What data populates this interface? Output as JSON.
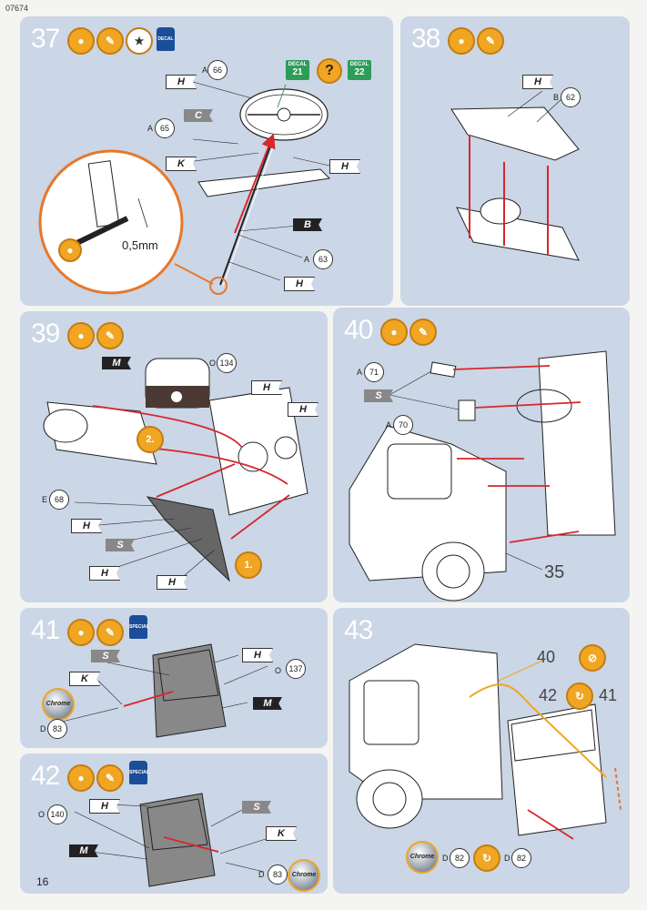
{
  "header": {
    "doc_code": "07674"
  },
  "footer": {
    "page_number": "16"
  },
  "steps": {
    "s37": {
      "number": "37",
      "parts": {
        "p66": "66",
        "p65": "65",
        "p63": "63"
      },
      "sub_a": "A",
      "decals": [
        "21",
        "22"
      ],
      "question": "?",
      "flags": {
        "h1": "H",
        "c": "C",
        "k": "K",
        "h2": "H",
        "b": "B",
        "h3": "H"
      },
      "measurement": "0,5mm",
      "glue_label": "DECAL"
    },
    "s38": {
      "number": "38",
      "parts": {
        "p62": "62"
      },
      "sub_b": "B",
      "flags": {
        "h": "H"
      }
    },
    "s39": {
      "number": "39",
      "parts": {
        "p134": "134",
        "p68": "68"
      },
      "sub_o": "O",
      "sub_e": "E",
      "flags": {
        "m": "M",
        "h1": "H",
        "h2": "H",
        "h3": "H",
        "s": "S",
        "h4": "H",
        "h5": "H"
      },
      "order": {
        "first": "1.",
        "second": "2."
      }
    },
    "s40": {
      "number": "40",
      "parts": {
        "p71": "71",
        "p70": "70"
      },
      "sub_a": "A",
      "flags": {
        "s": "S"
      },
      "ref": "35"
    },
    "s41": {
      "number": "41",
      "parts": {
        "p137": "137",
        "p83": "83"
      },
      "sub_o": "O",
      "sub_d": "D",
      "flags": {
        "s": "S",
        "h": "H",
        "k": "K",
        "m": "M"
      },
      "chrome": "Chrome",
      "special": "SPECIAL"
    },
    "s42": {
      "number": "42",
      "parts": {
        "p140": "140",
        "p83": "83"
      },
      "sub_o": "O",
      "sub_d": "D",
      "flags": {
        "h": "H",
        "s": "S",
        "k": "K",
        "m": "M"
      },
      "chrome": "Chrome",
      "special": "SPECIAL"
    },
    "s43": {
      "number": "43",
      "refs": {
        "r40": "40",
        "r42": "42",
        "r41": "41"
      },
      "parts": {
        "p82a": "82",
        "p82b": "82"
      },
      "sub_d": "D",
      "chrome": "Chrome"
    }
  },
  "colors": {
    "panel": "#cbd6e6",
    "accent": "#f0a623",
    "arrow": "#d7262e",
    "magnify": "#e8772a"
  }
}
